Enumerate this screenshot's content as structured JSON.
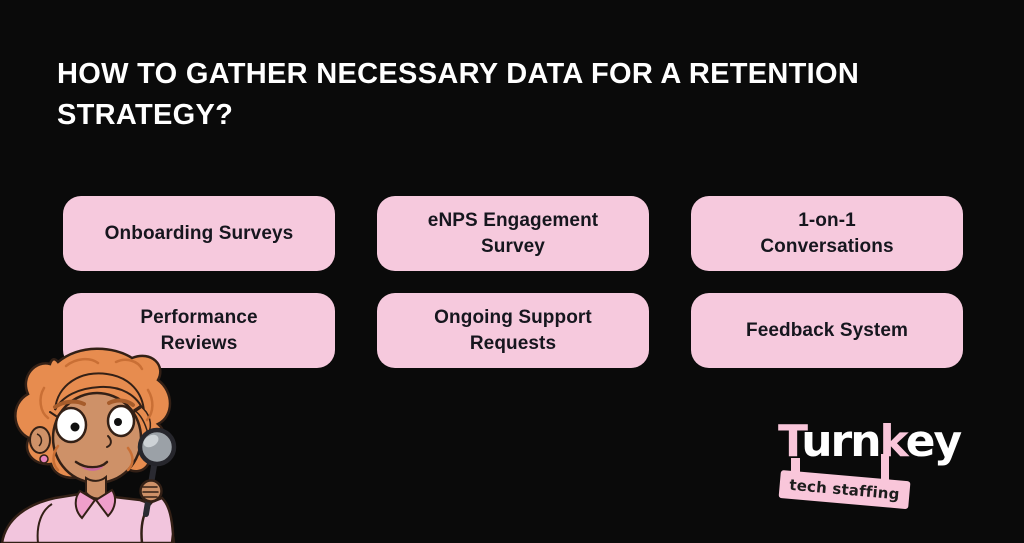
{
  "colors": {
    "background": "#0a0a0a",
    "card_bg": "#f6c9dd",
    "card_text": "#16161e",
    "heading_text": "#ffffff",
    "accent_pink": "#f9c6da"
  },
  "heading": {
    "title": "HOW TO GATHER NECESSARY DATA FOR A RETENTION STRATEGY?"
  },
  "cards": [
    {
      "label": "Onboarding Surveys"
    },
    {
      "label": "eNPS Engagement\nSurvey"
    },
    {
      "label": "1-on-1\nConversations"
    },
    {
      "label": "Performance\nReviews"
    },
    {
      "label": "Ongoing Support\nRequests"
    },
    {
      "label": "Feedback System"
    }
  ],
  "logo": {
    "brand": "Turnkey",
    "segments": {
      "t": "T",
      "urn": "urn",
      "k": "k",
      "ey": "ey"
    },
    "tagline": "tech staffing"
  },
  "mascot": {
    "alt": "Cartoon woman with orange hair holding a magnifying glass"
  }
}
